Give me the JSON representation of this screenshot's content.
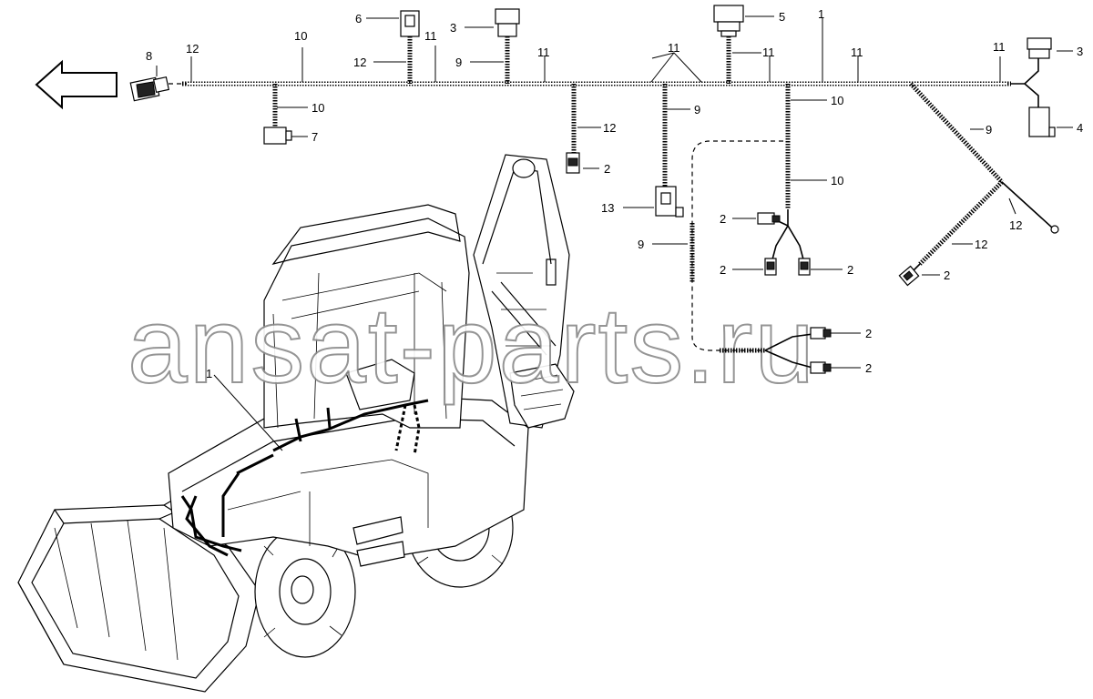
{
  "watermark": "ansat-parts.ru",
  "callouts": [
    {
      "id": "c-1-top",
      "label": "1"
    },
    {
      "id": "c-1-machine",
      "label": "1"
    },
    {
      "id": "c-2-a",
      "label": "2"
    },
    {
      "id": "c-2-b",
      "label": "2"
    },
    {
      "id": "c-2-c",
      "label": "2"
    },
    {
      "id": "c-2-d",
      "label": "2"
    },
    {
      "id": "c-2-e",
      "label": "2"
    },
    {
      "id": "c-2-f",
      "label": "2"
    },
    {
      "id": "c-2-g",
      "label": "2"
    },
    {
      "id": "c-3-a",
      "label": "3"
    },
    {
      "id": "c-3-b",
      "label": "3"
    },
    {
      "id": "c-4",
      "label": "4"
    },
    {
      "id": "c-5",
      "label": "5"
    },
    {
      "id": "c-6",
      "label": "6"
    },
    {
      "id": "c-7",
      "label": "7"
    },
    {
      "id": "c-8",
      "label": "8"
    },
    {
      "id": "c-9-a",
      "label": "9"
    },
    {
      "id": "c-9-b",
      "label": "9"
    },
    {
      "id": "c-9-c",
      "label": "9"
    },
    {
      "id": "c-9-d",
      "label": "9"
    },
    {
      "id": "c-10-a",
      "label": "10"
    },
    {
      "id": "c-10-b",
      "label": "10"
    },
    {
      "id": "c-10-c",
      "label": "10"
    },
    {
      "id": "c-10-d",
      "label": "10"
    },
    {
      "id": "c-11-a",
      "label": "11"
    },
    {
      "id": "c-11-b",
      "label": "11"
    },
    {
      "id": "c-11-c",
      "label": "11"
    },
    {
      "id": "c-11-d",
      "label": "11"
    },
    {
      "id": "c-11-e",
      "label": "11"
    },
    {
      "id": "c-11-f",
      "label": "11"
    },
    {
      "id": "c-12-a",
      "label": "12"
    },
    {
      "id": "c-12-b",
      "label": "12"
    },
    {
      "id": "c-12-c",
      "label": "12"
    },
    {
      "id": "c-12-d",
      "label": "12"
    },
    {
      "id": "c-12-e",
      "label": "12"
    },
    {
      "id": "c-13",
      "label": "13"
    }
  ],
  "icons": {
    "direction_arrow": "left-arrow-icon"
  }
}
